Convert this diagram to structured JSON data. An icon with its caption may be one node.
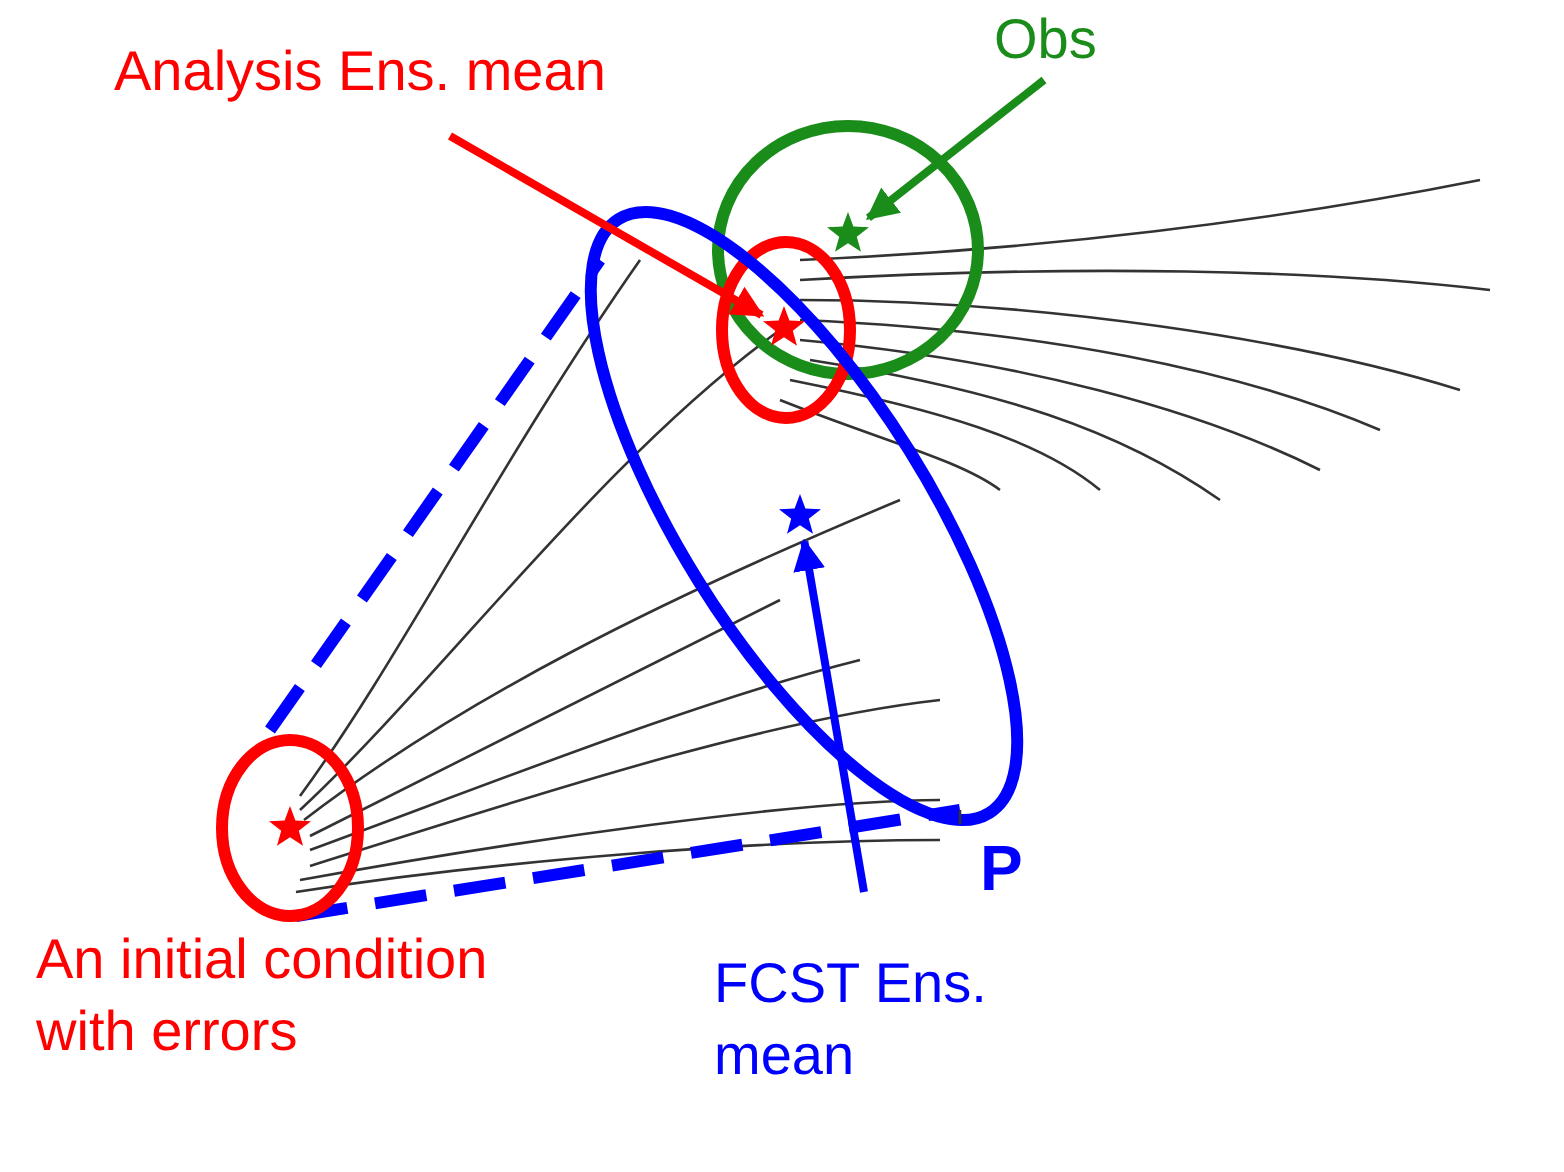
{
  "diagram": {
    "nodes": [
      {
        "text": [
          "Analysis Ens. mean"
        ]
      },
      {
        "text": [],
        "shape": "star"
      },
      {
        "text": [
          "Obs"
        ]
      },
      {
        "text": [],
        "shape": "star"
      },
      {
        "text": [
          "FCST Ens. mean"
        ]
      },
      {
        "text": [],
        "shape": "star"
      }
    ],
    "edges": [
      {
        "from": 0,
        "to": 1,
        "arrow": "to",
        "color": "#ff0000"
      },
      {
        "from": 2,
        "to": 3,
        "arrow": "to",
        "color": "#1a8c1a"
      },
      {
        "from": 4,
        "to": 5,
        "arrow": "to",
        "color": "#0000ff"
      }
    ],
    "labels": [
      "An initial condition with errors",
      "P"
    ]
  }
}
